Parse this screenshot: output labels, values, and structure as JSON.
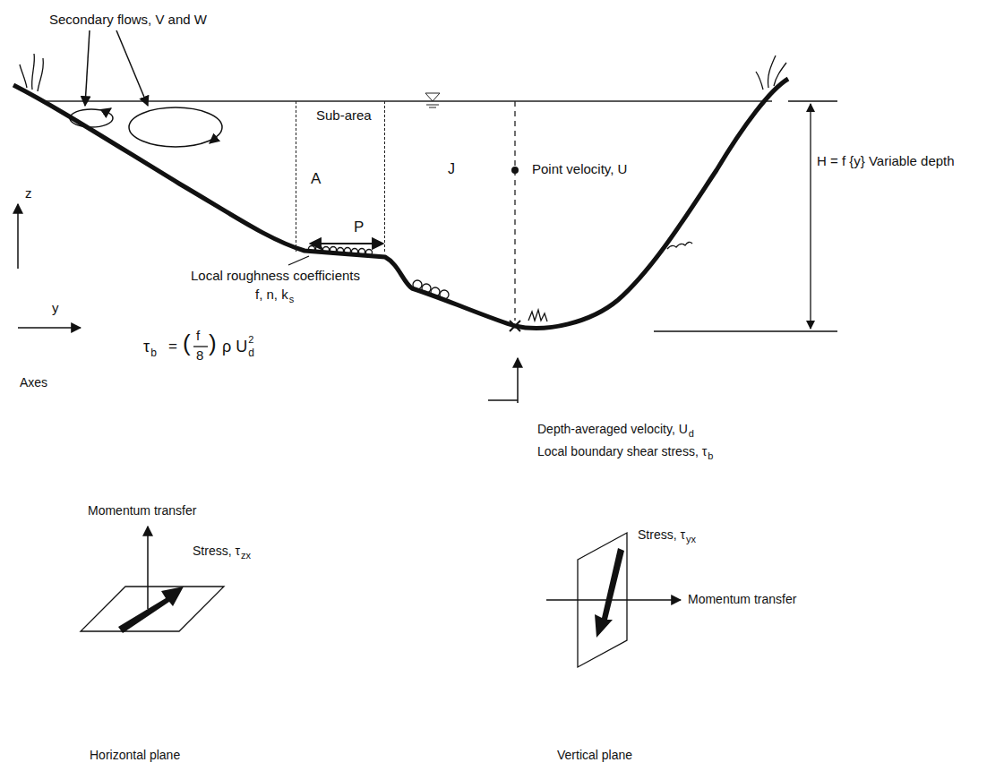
{
  "diagram": {
    "nodes": [
      {
        "text": [
          "Sub-area",
          "A",
          "P"
        ]
      }
    ],
    "labels": [
      "Secondary flows, V and W",
      "J",
      "Point velocity, U",
      "H = f {y} Variable depth",
      "z",
      "y",
      "Axes",
      "Local roughness coefficients",
      "f, n, k",
      "s",
      "τ",
      "b",
      "=",
      "(",
      "f",
      "8",
      ")",
      "ρ U",
      "d",
      "2",
      "Depth-averaged velocity, U",
      "d",
      "Local boundary shear stress, τ",
      "b",
      "Momentum transfer",
      "Stress, τ",
      "zx",
      "Horizontal plane",
      "Momentum transfer",
      "Stress, τ",
      "yx",
      "Vertical plane"
    ]
  }
}
